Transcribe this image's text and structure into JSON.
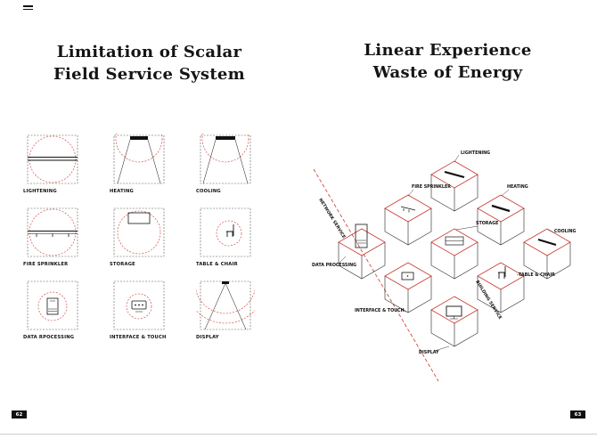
{
  "colors": {
    "accent_red": "#c8372d",
    "ink": "#111111"
  },
  "left_page": {
    "title": [
      "Limitation of Scalar",
      "Field Service System"
    ],
    "cells": [
      {
        "label": "LIGHTENING"
      },
      {
        "label": "HEATING"
      },
      {
        "label": "COOLING"
      },
      {
        "label": "FIRE SPRINKLER"
      },
      {
        "label": "STORAGE"
      },
      {
        "label": "TABLE & CHAIR"
      },
      {
        "label": "DATA RPOCESSING"
      },
      {
        "label": "INTERFACE & TOUCH"
      },
      {
        "label": "DISPLAY"
      }
    ],
    "page_number": "62"
  },
  "right_page": {
    "title": [
      "Linear Experience",
      "Waste of Energy"
    ],
    "cube_labels": {
      "lightning": "LIGHTENING",
      "fire_sprinkler": "FIRE SPRINKLER",
      "heating": "HEATING",
      "storage": "STORAGE",
      "cooling": "COOLING",
      "data_processing": "DATA PROCESSING",
      "interface_touch": "INTERFACE & TOUCH",
      "table_chair": "TABLE & CHAIR",
      "display": "DISPLAY"
    },
    "axis_labels": {
      "network": "NETWORK SERVICE",
      "building": "BUILDING SERVICE"
    },
    "page_number": "63"
  }
}
